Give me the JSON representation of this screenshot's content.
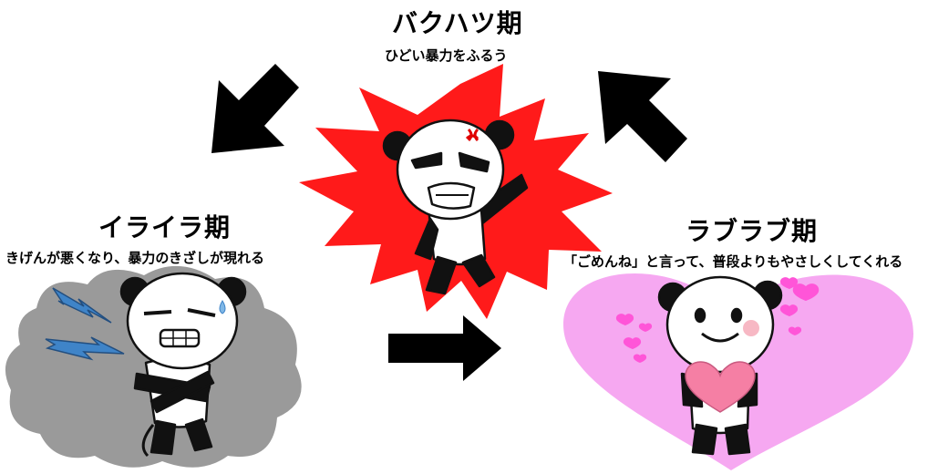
{
  "cycle": {
    "explosion": {
      "title": "バクハツ期",
      "subtitle": "ひどい暴力をふるう"
    },
    "irritation": {
      "title": "イライラ期",
      "subtitle": "きげんが悪くなり、暴力のきざしが現れる"
    },
    "honeymoon": {
      "title": "ラブラブ期",
      "subtitle": "「ごめんね」と言って、普段よりもやさしくしてくれる"
    }
  },
  "colors": {
    "burst": "#ff1a1a",
    "cloud": "#9a9a9a",
    "heart": "#f6a8f1",
    "small_heart": "#ff55d8",
    "bolt": "#3f84c8",
    "arrow": "#000000",
    "panda_fill": "#ffffff",
    "panda_dark": "#111111"
  },
  "icons": [
    "burst-shape",
    "storm-cloud",
    "heart-shape",
    "lightning-bolt-icon",
    "anger-mark-icon",
    "heart-icon",
    "arrow-icon"
  ]
}
